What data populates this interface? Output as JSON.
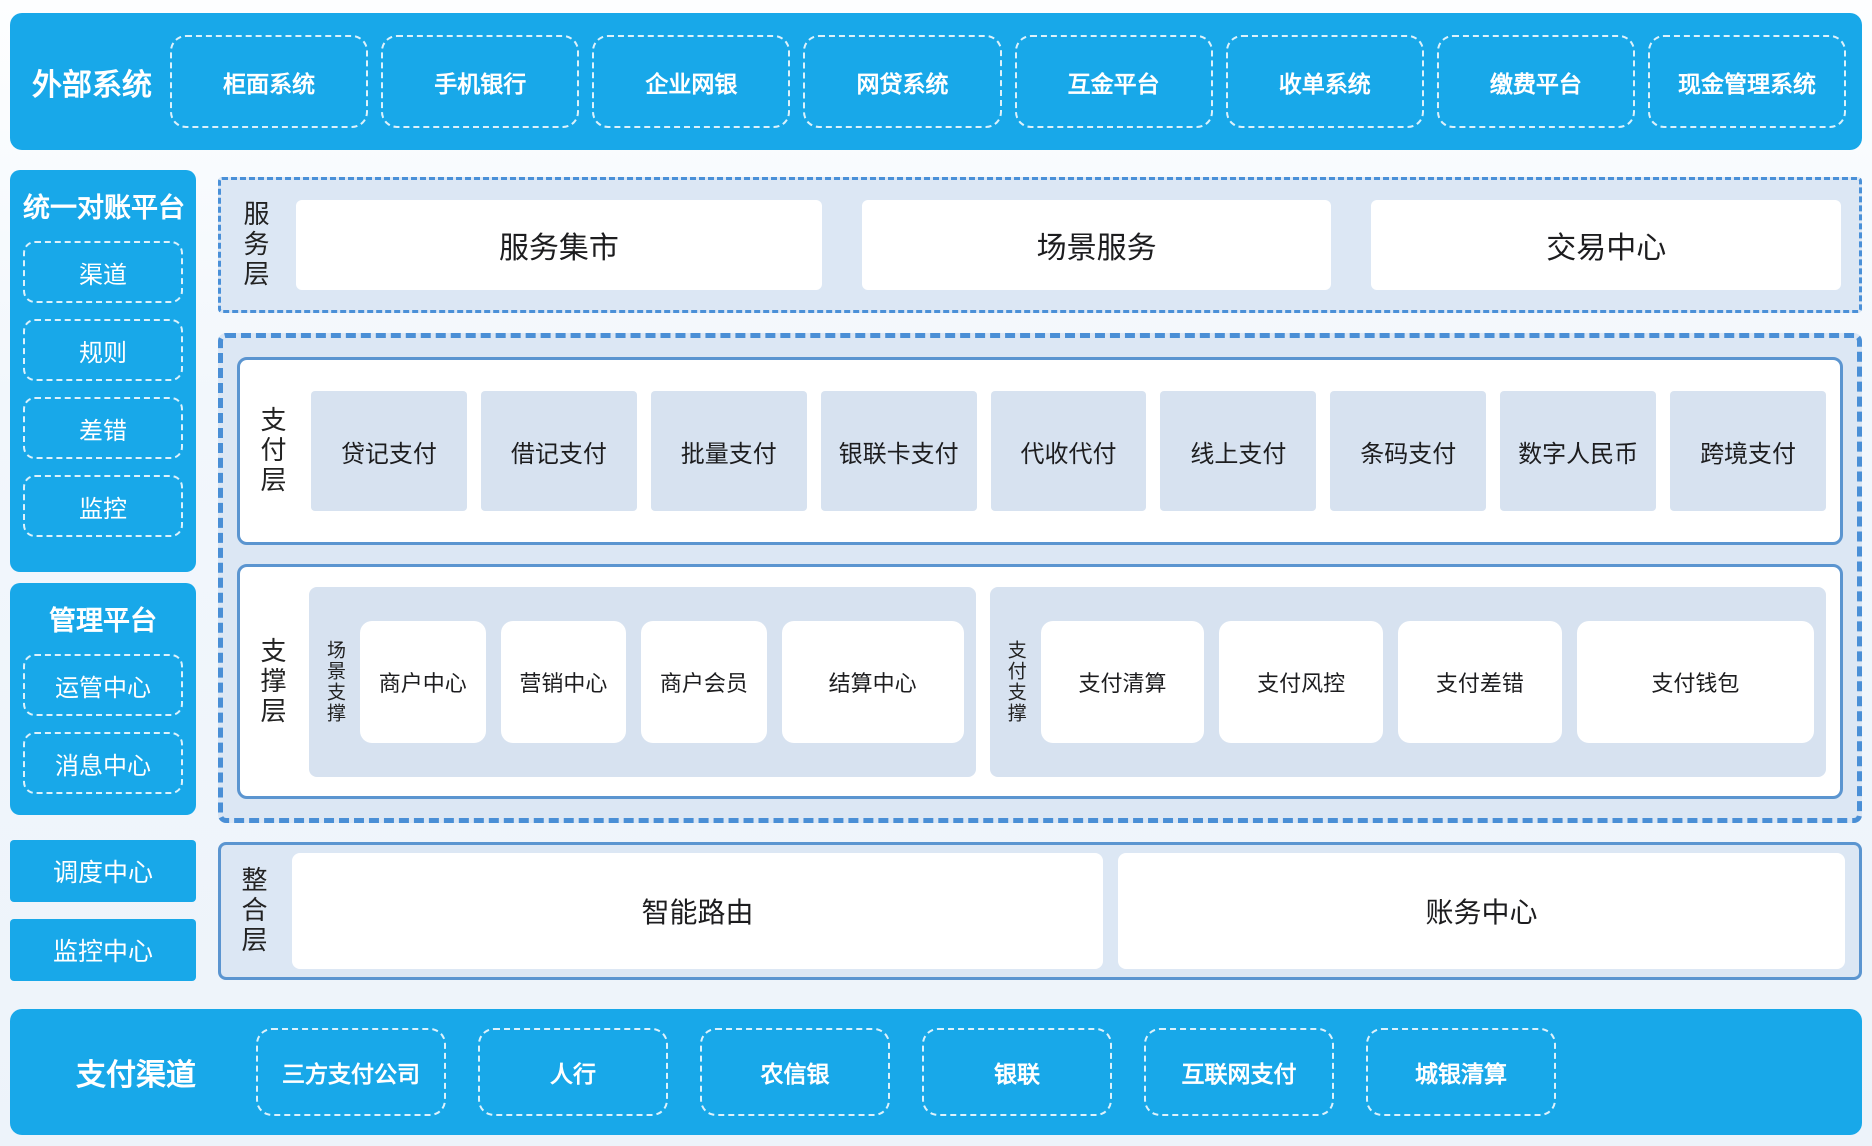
{
  "colors": {
    "primary_blue": "#18a8e9",
    "panel_light_bg": "#dce7f4",
    "box_light_bg": "#d7e2f0",
    "border_blue": "#5b95d0",
    "dark_text": "#1d1d1f",
    "white": "#ffffff"
  },
  "top_bar": {
    "title": "外部系统",
    "items": [
      "柜面系统",
      "手机银行",
      "企业网银",
      "网贷系统",
      "互金平台",
      "收单系统",
      "缴费平台",
      "现金管理系统"
    ]
  },
  "sidebar": {
    "reconciliation_platform": {
      "title": "统一对账平台",
      "items": [
        "渠道",
        "规则",
        "差错",
        "监控"
      ]
    },
    "management_platform": {
      "title": "管理平台",
      "items": [
        "运管中心",
        "消息中心"
      ]
    },
    "standalone_blocks": [
      "调度中心",
      "监控中心"
    ]
  },
  "layers": {
    "service": {
      "label": "服务层",
      "items": [
        "服务集市",
        "场景服务",
        "交易中心"
      ]
    },
    "payment": {
      "label": "支付层",
      "items": [
        "贷记支付",
        "借记支付",
        "批量支付",
        "银联卡支付",
        "代收代付",
        "线上支付",
        "条码支付",
        "数字人民币",
        "跨境支付"
      ]
    },
    "support": {
      "label": "支撑层",
      "groups": [
        {
          "label": "场景支撑",
          "items": [
            "商户中心",
            "营销中心",
            "商户会员",
            "结算中心"
          ]
        },
        {
          "label": "支付支撑",
          "items": [
            "支付清算",
            "支付风控",
            "支付差错",
            "支付钱包"
          ]
        }
      ]
    },
    "integration": {
      "label": "整合层",
      "items": [
        "智能路由",
        "账务中心"
      ]
    }
  },
  "bottom_bar": {
    "title": "支付渠道",
    "items": [
      "三方支付公司",
      "人行",
      "农信银",
      "银联",
      "互联网支付",
      "城银清算"
    ]
  }
}
